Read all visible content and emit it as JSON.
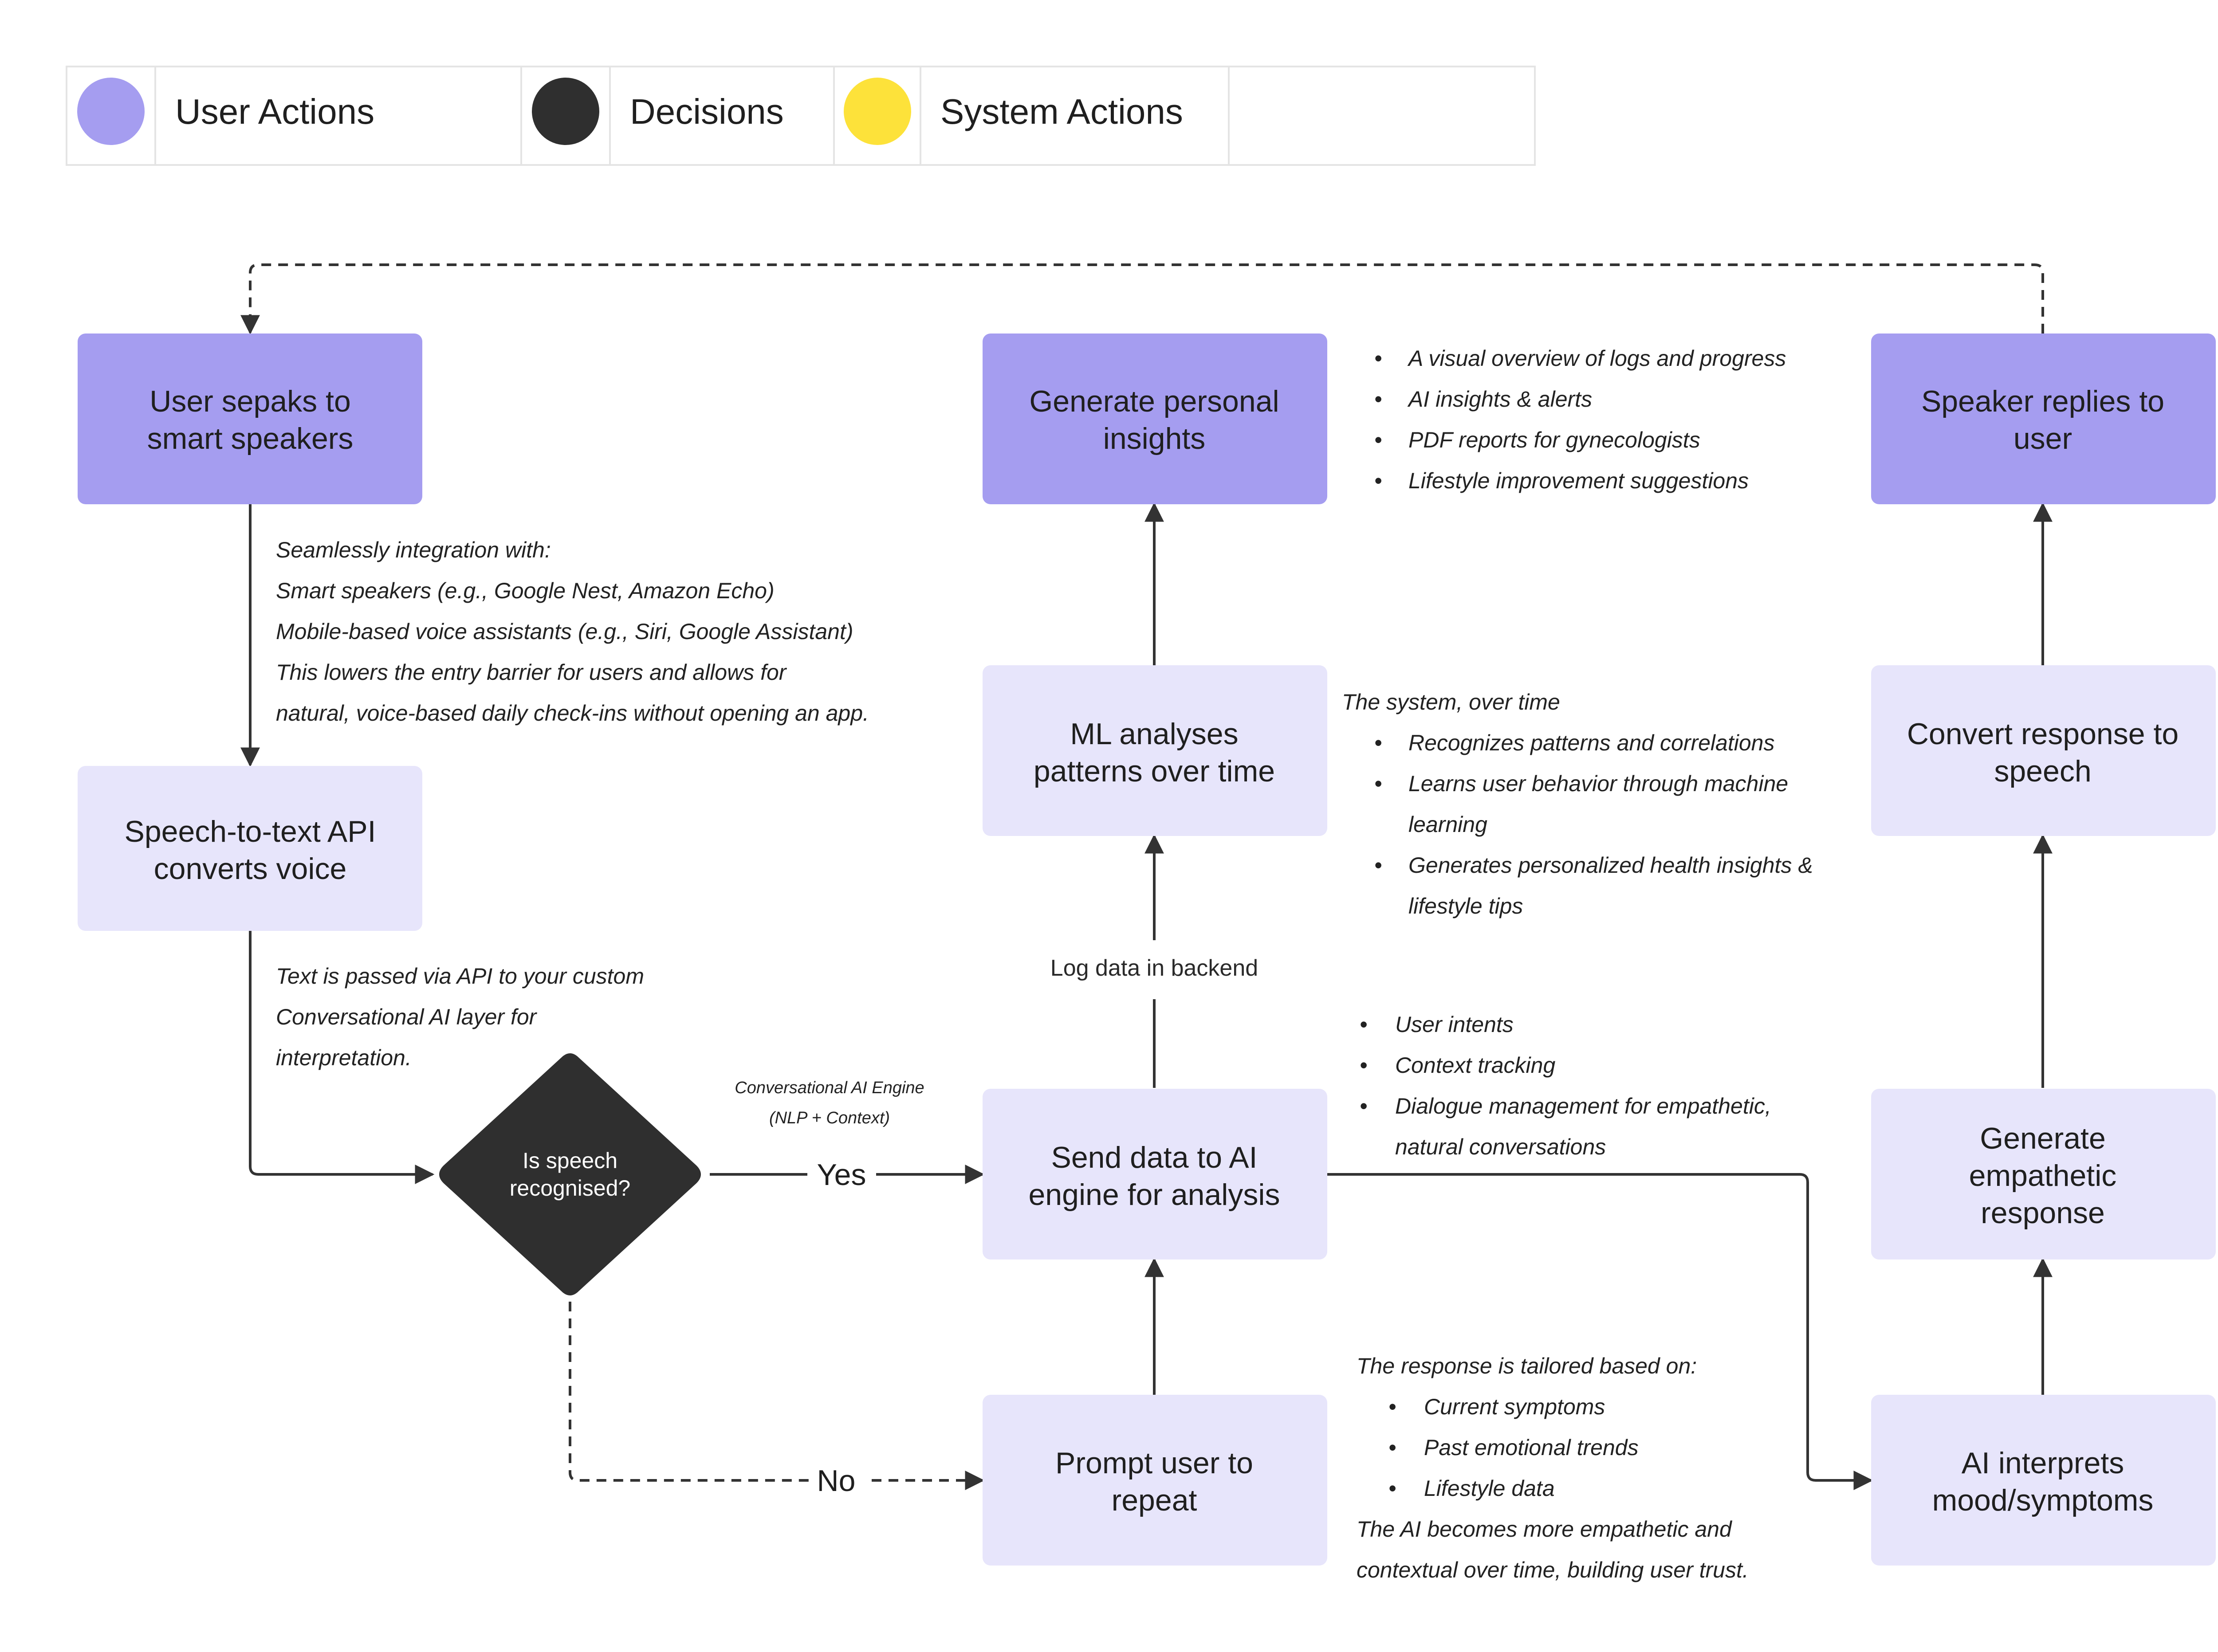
{
  "colors": {
    "user_action": "#a59df0",
    "system_action": "#e7e5fb",
    "decision": "#2f2f2f",
    "yellow": "#fde23a",
    "edge": "#333333"
  },
  "legend": [
    {
      "label": "User Actions",
      "color": "#a59df0"
    },
    {
      "label": "Decisions",
      "color": "#2f2f2f"
    },
    {
      "label": "System Actions",
      "color": "#fde23a"
    }
  ],
  "nodes": {
    "user_speaks": [
      "User sepaks to",
      "smart speakers"
    ],
    "generate_insights": [
      "Generate personal",
      "insights"
    ],
    "speaker_replies": [
      "Speaker replies to",
      "user"
    ],
    "speech_to_text": [
      "Speech-to-text API",
      "converts voice"
    ],
    "ml_analyses": [
      "ML analyses",
      "patterns over time"
    ],
    "convert_response": [
      "Convert response to",
      "speech"
    ],
    "send_data": [
      "Send data to AI",
      "engine for analysis"
    ],
    "generate_empathetic": [
      "Generate",
      "empathetic",
      "response"
    ],
    "prompt_repeat": [
      "Prompt user to",
      "repeat"
    ],
    "ai_interprets": [
      "AI interprets",
      "mood/symptoms"
    ],
    "decision": [
      "Is speech",
      "recognised?"
    ]
  },
  "edge_labels": {
    "yes": "Yes",
    "no": "No",
    "log_data": "Log data in backend",
    "engine": [
      "Conversational AI Engine",
      "(NLP + Context)"
    ]
  },
  "notes": {
    "integration": [
      "Seamlessly integration with:",
      "Smart speakers (e.g., Google Nest, Amazon Echo)",
      "Mobile-based voice assistants (e.g., Siri, Google Assistant)",
      "This lowers the entry barrier for users and allows for",
      "natural, voice-based daily check-ins without opening an app."
    ],
    "text_passed": [
      "Text is passed via API to your custom",
      "Conversational AI layer for",
      "interpretation."
    ],
    "insights_list": [
      "A visual overview of logs and progress",
      "AI insights & alerts",
      "PDF reports for gynecologists",
      "Lifestyle improvement suggestions"
    ],
    "system_over_time_intro": "The system, over time",
    "system_over_time_list": [
      [
        "Recognizes patterns and correlations"
      ],
      [
        "Learns user behavior through machine",
        "learning"
      ],
      [
        "Generates personalized health insights &",
        "lifestyle tips"
      ]
    ],
    "intents_list": [
      [
        "User intents"
      ],
      [
        "Context tracking"
      ],
      [
        "Dialogue management for empathetic,",
        "natural conversations"
      ]
    ],
    "tailored_intro": "The response is tailored based on:",
    "tailored_list": [
      "Current symptoms",
      "Past emotional trends",
      "Lifestyle data"
    ],
    "tailored_outro": [
      "The AI becomes more empathetic and",
      "contextual over time, building user trust."
    ]
  }
}
